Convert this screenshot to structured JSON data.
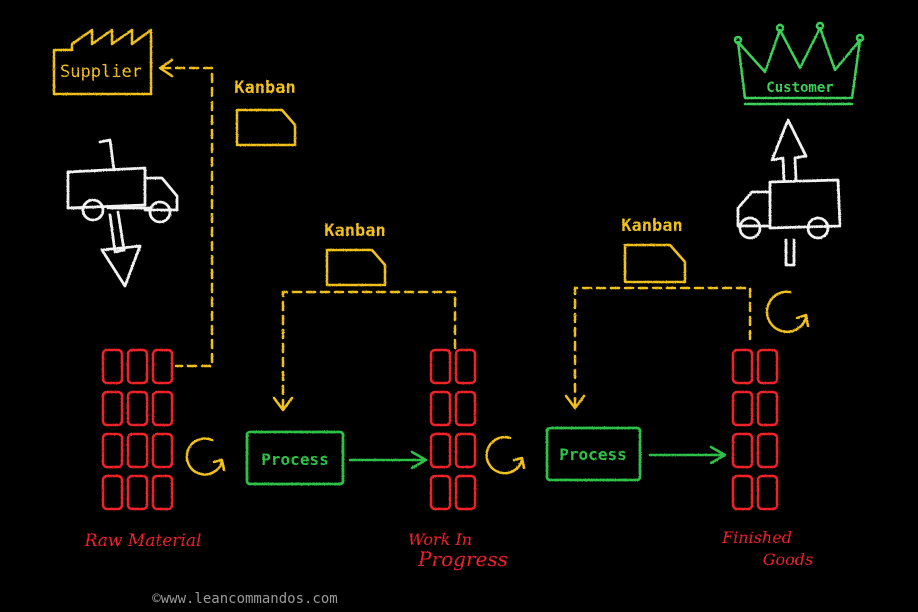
{
  "colors": {
    "background": "#000000",
    "kanban": "#f2c21b",
    "inventory": "#f0202a",
    "process": "#2fc24a",
    "customer": "#3ed15a",
    "vehicle": "#f2f2f2",
    "footer": "#9a9a9a"
  },
  "supplier": {
    "label": "Supplier",
    "icon": "factory-icon"
  },
  "customer": {
    "label": "Customer",
    "icon": "crown-icon"
  },
  "kanban": [
    {
      "label": "Kanban"
    },
    {
      "label": "Kanban"
    },
    {
      "label": "Kanban"
    }
  ],
  "processes": [
    {
      "label": "Process"
    },
    {
      "label": "Process"
    }
  ],
  "inventories": [
    {
      "label_line1": "Raw Material",
      "label_line2": ""
    },
    {
      "label_line1": "Work In",
      "label_line2": "Progress"
    },
    {
      "label_line1": "Finished",
      "label_line2": "Goods"
    }
  ],
  "footer": {
    "copyright": "©www.leancommandos.com"
  }
}
